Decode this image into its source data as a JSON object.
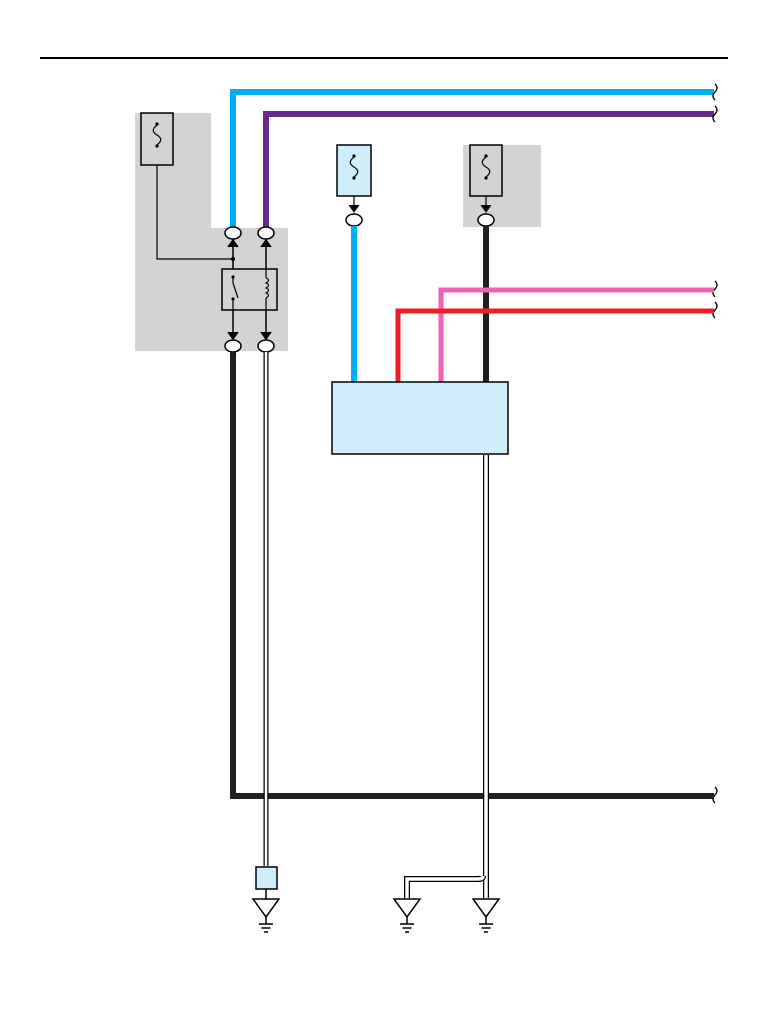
{
  "diagram": {
    "colors": {
      "blue_wire": "#00aeef",
      "purple_wire": "#6a2a8c",
      "pink_wire": "#f060b4",
      "red_wire": "#ee1c25",
      "black_wire": "#231f20",
      "shaded_block": "#d3d3d3",
      "module_fill": "#cdeefa",
      "header_rule": "#000000"
    },
    "wires": [
      {
        "name": "blue-wire-top",
        "color": "blue_wire"
      },
      {
        "name": "purple-wire-top",
        "color": "purple_wire"
      },
      {
        "name": "blue-wire-fuse-to-module",
        "color": "blue_wire"
      },
      {
        "name": "black-wire-fuse-to-module",
        "color": "black_wire"
      },
      {
        "name": "pink-wire",
        "color": "pink_wire"
      },
      {
        "name": "red-wire",
        "color": "red_wire"
      },
      {
        "name": "black-wire-relay-bottom",
        "color": "black_wire"
      }
    ],
    "symbols": [
      "fuse-icon",
      "relay-icon",
      "connector-icon",
      "ground-icon",
      "wire-break-icon"
    ]
  }
}
